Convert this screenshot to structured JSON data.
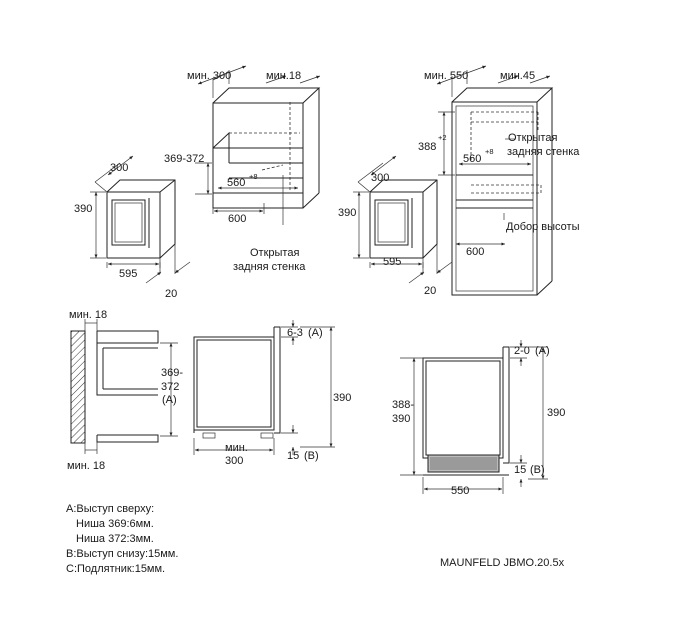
{
  "wall_cabinet": {
    "min_300": "мин. 300",
    "min_18": "мин.18",
    "depth_300": "300",
    "niche_369_372": "369-372",
    "width_560": "560",
    "tol_560": "+8",
    "width_600": "600",
    "height_390": "390",
    "width_595": "595",
    "gap_20": "20",
    "open_back_1": "Открытая",
    "open_back_2": "задняя стенка"
  },
  "tall_cabinet": {
    "min_550": "мин. 550",
    "min_45": "мин.45",
    "h_388": "388",
    "tol_388": "+2",
    "width_560": "560",
    "tol_560": "+8",
    "open_back_1": "Открытая",
    "open_back_2": "задняя стенка",
    "depth_300": "300",
    "height_390": "390",
    "height_add": "Добор высоты",
    "width_600": "600",
    "width_595": "595",
    "gap_20": "20"
  },
  "side_view_1": {
    "min_18_top": "мин. 18",
    "min_18_bottom": "мин. 18",
    "niche_369": "369-",
    "niche_372": "372",
    "niche_a": "(A)",
    "top_gap": "6-3",
    "top_a": "(A)",
    "height_390": "390",
    "bottom_15": "15",
    "bottom_b": "(B)",
    "min_label": "мин.",
    "min_300": "300"
  },
  "side_view_2": {
    "niche_388": "388-",
    "niche_390": "390",
    "top_gap": "2-0",
    "top_a": "(A)",
    "height_390": "390",
    "bottom_15": "15",
    "bottom_b": "(B)",
    "width_550": "550"
  },
  "notes": {
    "line1": "A:Выступ сверху:",
    "line2": "Ниша 369:6мм.",
    "line3": "Ниша 372:3мм.",
    "line4": "B:Выступ снизу:15мм.",
    "line5": "C:Подлятник:15мм."
  },
  "model": "MAUNFELD JBMO.20.5x"
}
